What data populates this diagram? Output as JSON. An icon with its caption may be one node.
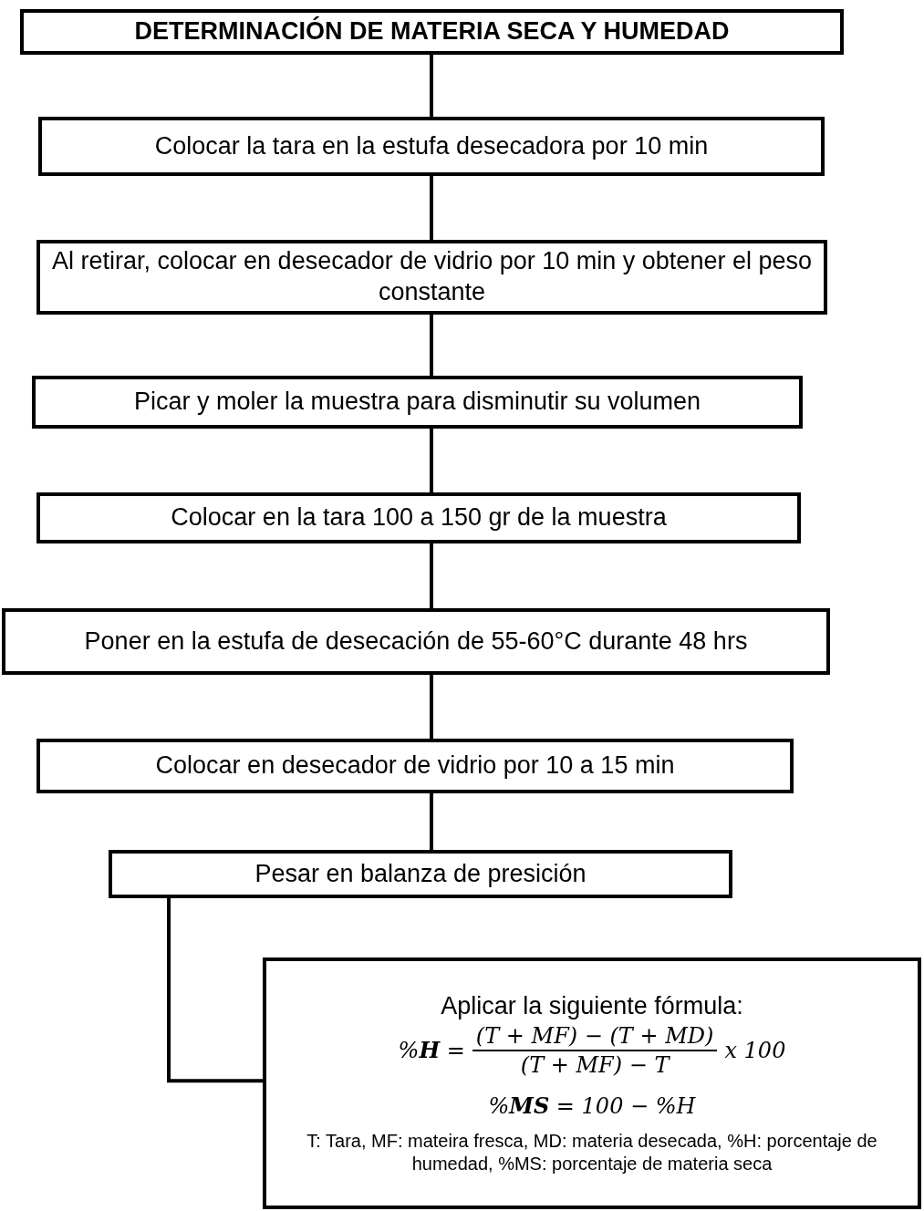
{
  "diagram": {
    "nodes": [
      {
        "text": [
          "DETERMINACIÓN DE MATERIA SECA Y HUMEDAD"
        ]
      },
      {
        "text": [
          "Colocar la tara en la estufa desecadora por 10 min"
        ]
      },
      {
        "text": [
          "Al retirar, colocar en desecador de vidrio por 10 min y obtener el peso constante"
        ]
      },
      {
        "text": [
          "Picar y moler la muestra para disminutir su volumen"
        ]
      },
      {
        "text": [
          "Colocar en la tara 100 a 150 gr de la muestra"
        ]
      },
      {
        "text": [
          "Poner en la estufa de desecación de 55-60°C durante 48 hrs"
        ]
      },
      {
        "text": [
          "Colocar en desecador de vidrio por 10 a 15 min"
        ]
      },
      {
        "text": [
          "Pesar en balanza de presición"
        ]
      },
      {
        "text": [
          "Aplicar la siguiente fórmula:",
          "%**H** =",
          "(T + MF) − (T + MD)",
          "(T + MF) − T",
          "x 100",
          "%**MS** = 100 − %H",
          "T: Tara, MF: mateira fresca, MD: materia desecada, %H: porcentaje de humedad, %MS: porcentaje de materia seca"
        ]
      }
    ],
    "edges": [
      {
        "from": 0,
        "to": 1,
        "arrow": "none"
      },
      {
        "from": 1,
        "to": 2,
        "arrow": "none"
      },
      {
        "from": 2,
        "to": 3,
        "arrow": "none"
      },
      {
        "from": 3,
        "to": 4,
        "arrow": "none"
      },
      {
        "from": 4,
        "to": 5,
        "arrow": "none"
      },
      {
        "from": 5,
        "to": 6,
        "arrow": "none"
      },
      {
        "from": 6,
        "to": 7,
        "arrow": "none"
      },
      {
        "from": 7,
        "to": 8,
        "arrow": "none"
      }
    ]
  }
}
